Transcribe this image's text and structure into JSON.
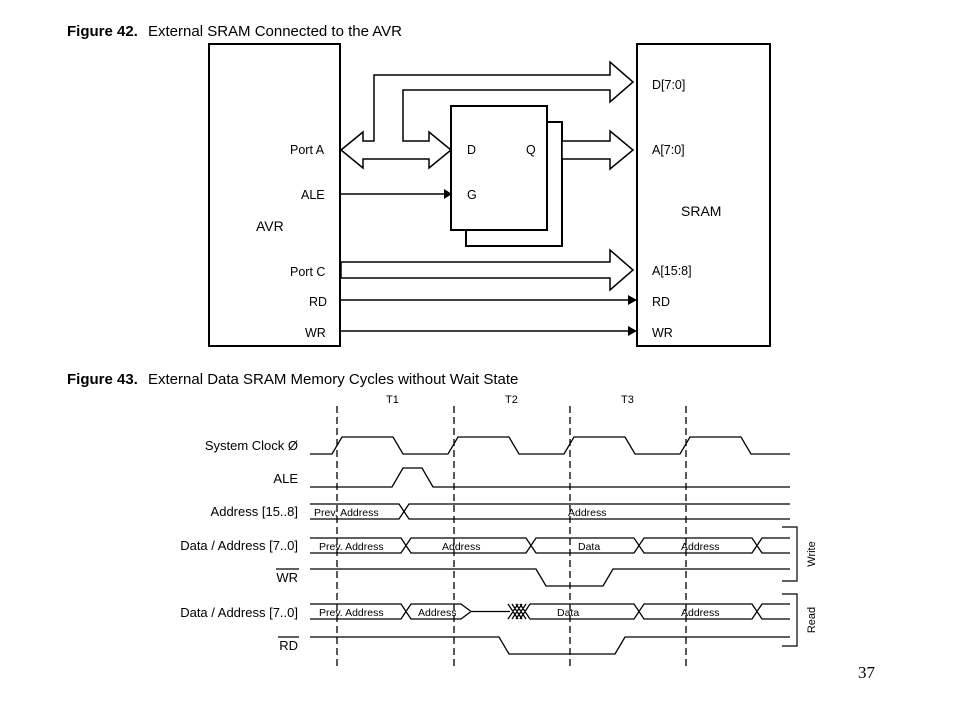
{
  "figure42": {
    "caption_number": "Figure 42.",
    "caption_title": "External SRAM Connected to the AVR",
    "avr": {
      "name": "AVR",
      "pins": [
        "Port A",
        "ALE",
        "Port C",
        "RD",
        "WR"
      ]
    },
    "latch": {
      "d": "D",
      "q": "Q",
      "g": "G"
    },
    "sram": {
      "name": "SRAM",
      "pins": [
        "D[7:0]",
        "A[7:0]",
        "A[15:8]",
        "RD",
        "WR"
      ]
    }
  },
  "figure43": {
    "caption_number": "Figure 43.",
    "caption_title": "External Data SRAM Memory Cycles without Wait State",
    "phases": [
      "T1",
      "T2",
      "T3"
    ],
    "signals": {
      "clock": "System Clock Ø",
      "ale": "ALE",
      "addr_hi": "Address [15..8]",
      "data_write": "Data / Address [7..0]",
      "wr": "WR",
      "data_read": "Data / Address [7..0]",
      "rd": "RD"
    },
    "bus_values": {
      "addr_hi": [
        "Prev. Address",
        "Address"
      ],
      "data_write": [
        "Prev. Address",
        "Address",
        "Data",
        "Address"
      ],
      "data_read": [
        "Prev. Address",
        "Address",
        "Data",
        "Address"
      ]
    },
    "groups": [
      "Write",
      "Read"
    ]
  },
  "page_number": "37"
}
